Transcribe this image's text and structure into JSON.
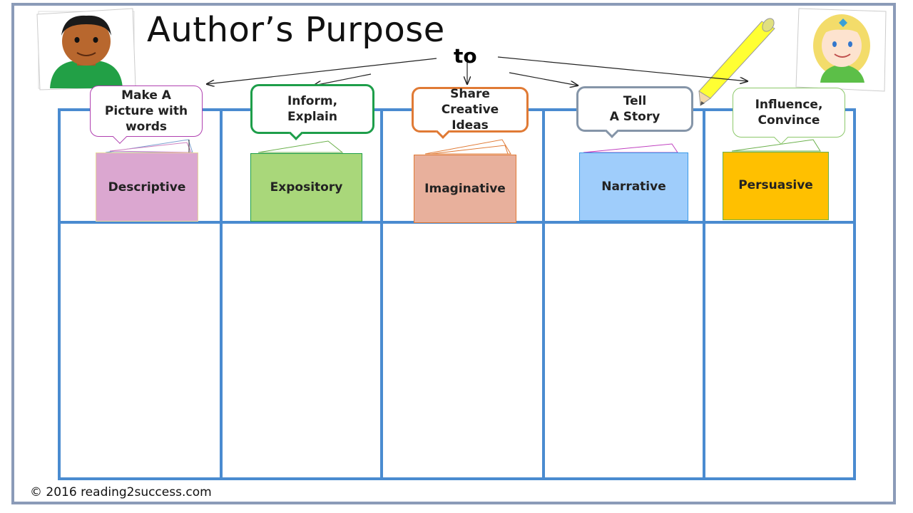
{
  "title": "Author’s Purpose",
  "connector": "to",
  "columns": [
    {
      "purpose": "Make A\nPicture with\nwords",
      "type": "Descriptive",
      "color": "#dba7d0",
      "bubble_color": "#b040b0"
    },
    {
      "purpose": "Inform,\nExplain",
      "type": "Expository",
      "color": "#a9d77a",
      "bubble_color": "#1e9e4a"
    },
    {
      "purpose": "Share\nCreative\nIdeas",
      "type": "Imaginative",
      "color": "#e8b09c",
      "bubble_color": "#e07a35"
    },
    {
      "purpose": "Tell\nA Story",
      "type": "Narrative",
      "color": "#9fcdfb",
      "bubble_color": "#8595a8"
    },
    {
      "purpose": "Influence,\nConvince",
      "type": "Persuasive",
      "color": "#ffc000",
      "bubble_color": "#8cc86a"
    }
  ],
  "footer": "© 2016 reading2success.com",
  "colors": {
    "grid": "#4a8bd0",
    "frame": "#8b9bb8"
  }
}
